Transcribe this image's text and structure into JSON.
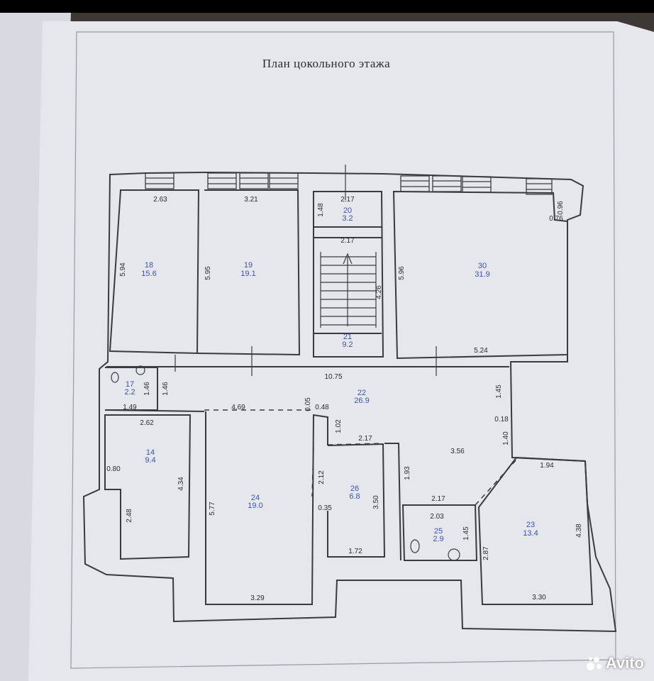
{
  "title": "План цокольного этажа",
  "watermark": "Avito",
  "colors": {
    "wall": "#3a3a40",
    "room_label": "#3b55a8",
    "dim": "#2a2a30",
    "paper": "#ececf2"
  },
  "rooms": [
    {
      "id": "room-18",
      "number": "18",
      "area": "15.6"
    },
    {
      "id": "room-19",
      "number": "19",
      "area": "19.1"
    },
    {
      "id": "room-20",
      "number": "20",
      "area": "3.2"
    },
    {
      "id": "room-21",
      "number": "21",
      "area": "9.2"
    },
    {
      "id": "room-30",
      "number": "30",
      "area": "31.9"
    },
    {
      "id": "room-17",
      "number": "17",
      "area": "2.2"
    },
    {
      "id": "room-22",
      "number": "22",
      "area": "26.9"
    },
    {
      "id": "room-14",
      "number": "14",
      "area": "9.4"
    },
    {
      "id": "room-24",
      "number": "24",
      "area": "19.0"
    },
    {
      "id": "room-26",
      "number": "26",
      "area": "6.8"
    },
    {
      "id": "room-25",
      "number": "25",
      "area": "2.9"
    },
    {
      "id": "room-23",
      "number": "23",
      "area": "13.4"
    }
  ],
  "dimensions": [
    "2.63",
    "3.21",
    "2.17",
    "1.48",
    "2.17",
    "0.96",
    "0.76",
    "5.94",
    "5.95",
    "4.26",
    "5.96",
    "5.24",
    "10.75",
    "1.46",
    "1.46",
    "1.49",
    "4.69",
    "0.05",
    "0.48",
    "1.45",
    "2.62",
    "1.02",
    "2.17",
    "0.18",
    "1.40",
    "3.56",
    "0.80",
    "4.34",
    "1.93",
    "1.94",
    "2.12",
    "2.48",
    "5.77",
    "3.50",
    "2.17",
    "2.03",
    "0.35",
    "4.38",
    "1.45",
    "2.87",
    "1.72",
    "3.29",
    "3.30"
  ]
}
